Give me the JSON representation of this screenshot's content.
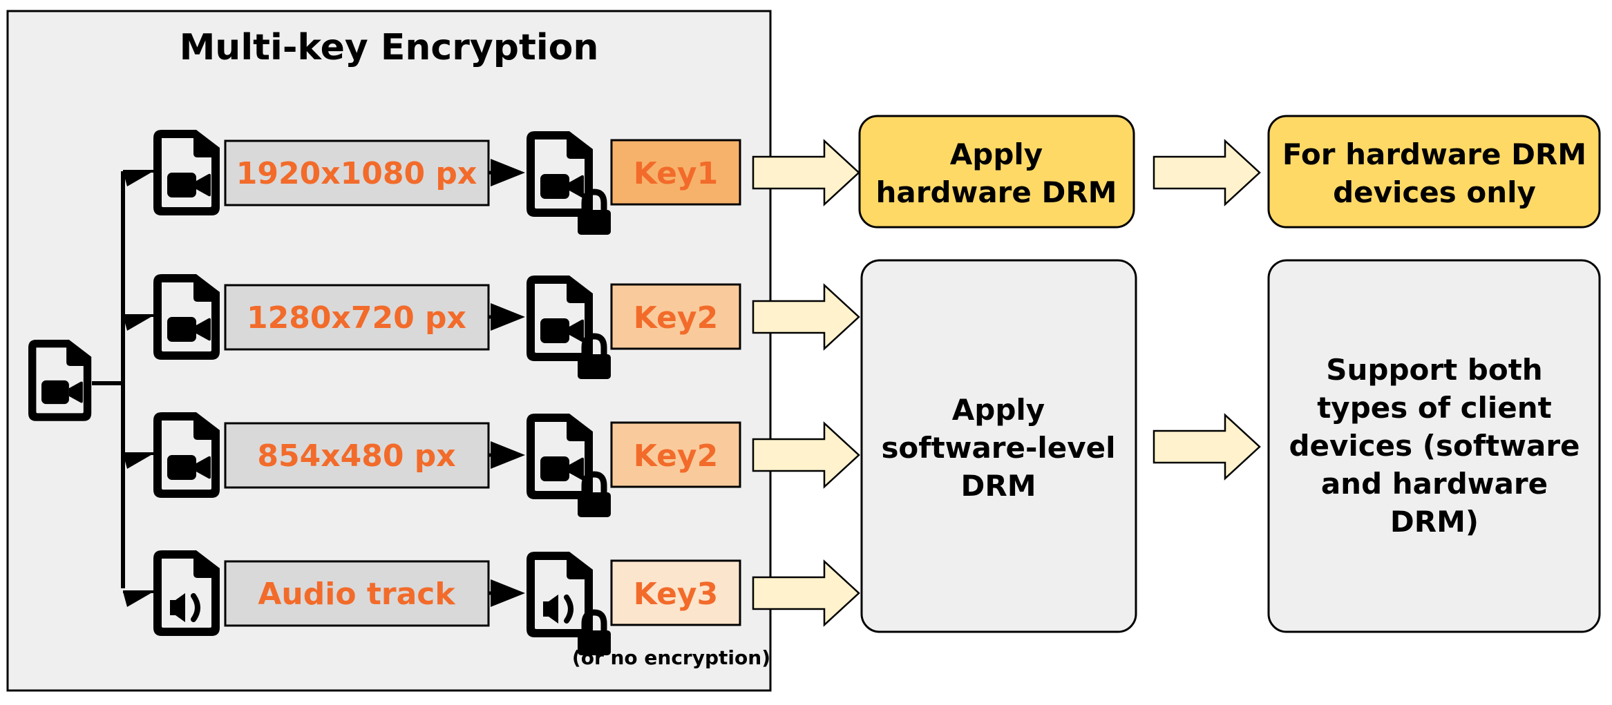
{
  "diagram": {
    "title": "Multi-key Encryption",
    "source_icon": "video-file-icon",
    "rows": [
      {
        "label": "1920x1080 px",
        "key": "Key1",
        "key_color": "#F6B26B",
        "input_icon": "video-file-icon",
        "output_icon": "locked-video-file-icon"
      },
      {
        "label": "1280x720 px",
        "key": "Key2",
        "key_color": "#F9CB9C",
        "input_icon": "video-file-icon",
        "output_icon": "locked-video-file-icon"
      },
      {
        "label": "854x480 px",
        "key": "Key2",
        "key_color": "#F9CB9C",
        "input_icon": "video-file-icon",
        "output_icon": "locked-video-file-icon"
      },
      {
        "label": "Audio track",
        "key": "Key3",
        "key_color": "#FCE5CD",
        "input_icon": "audio-file-icon",
        "output_icon": "locked-audio-file-icon"
      }
    ],
    "note": "(or no encryption)",
    "hardware_box": {
      "lines": [
        "Apply",
        "hardware DRM"
      ],
      "color": "#FFD966"
    },
    "software_box": {
      "lines": [
        "Apply",
        "software-level",
        "DRM"
      ],
      "color": "#EFEFEF"
    },
    "hardware_result": {
      "lines": [
        "For hardware DRM",
        "devices only"
      ],
      "color": "#FFD966"
    },
    "software_result": {
      "lines": [
        "Support both",
        "types of client",
        "devices (software",
        "and hardware",
        "DRM)"
      ],
      "color": "#EFEFEF"
    },
    "colors": {
      "label_text": "#F26B2A",
      "label_box": "#D9D9D9",
      "frame": "#EFEFEF",
      "arrow_fill": "#FFF2CC"
    }
  }
}
